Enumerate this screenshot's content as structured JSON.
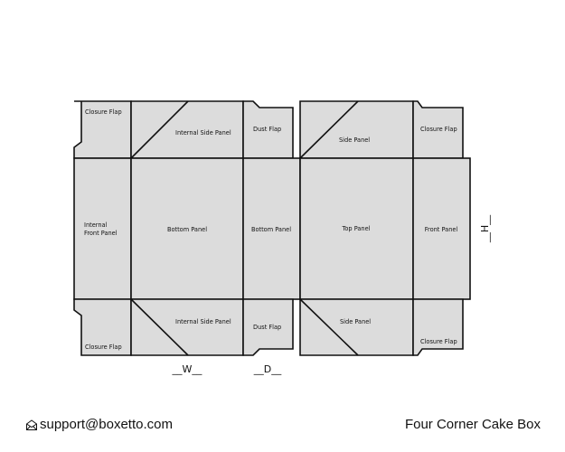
{
  "labels": {
    "closure_flap": "Closure Flap",
    "internal_side_panel": "Internal Side Panel",
    "dust_flap": "Dust Flap",
    "side_panel": "Side Panel",
    "internal_front_panel_line1": "Internal",
    "internal_front_panel_line2": "Front Panel",
    "bottom_panel": "Bottom Panel",
    "top_panel": "Top Panel",
    "front_panel": "Front Panel"
  },
  "dimensions": {
    "width": "__W__",
    "depth": "__D__",
    "height": "__H__"
  },
  "footer": {
    "icon": "envelope-icon",
    "email": "support@boxetto.com",
    "title": "Four Corner Cake Box"
  }
}
